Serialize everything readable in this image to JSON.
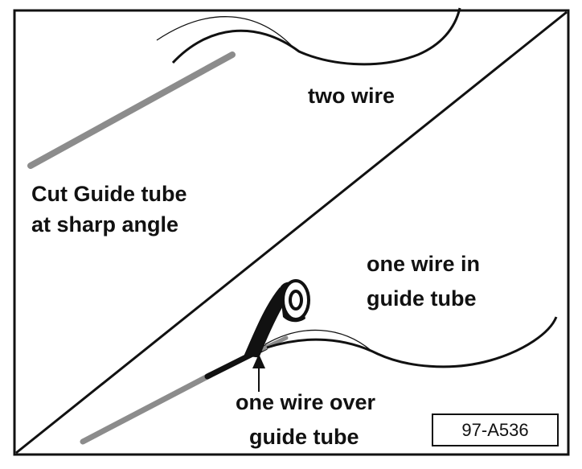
{
  "labels": {
    "cut_line1": "Cut Guide tube",
    "cut_line2": "at sharp angle",
    "two_wire": "two wire",
    "one_wire_in_line1": "one wire in",
    "one_wire_in_line2": "guide tube",
    "one_wire_over_line1": "one wire over",
    "one_wire_over_line2": "guide tube"
  },
  "figure_id": "97-A536",
  "colors": {
    "ink": "#111111",
    "guide_tube": "#8c8c8c",
    "background": "#ffffff"
  }
}
